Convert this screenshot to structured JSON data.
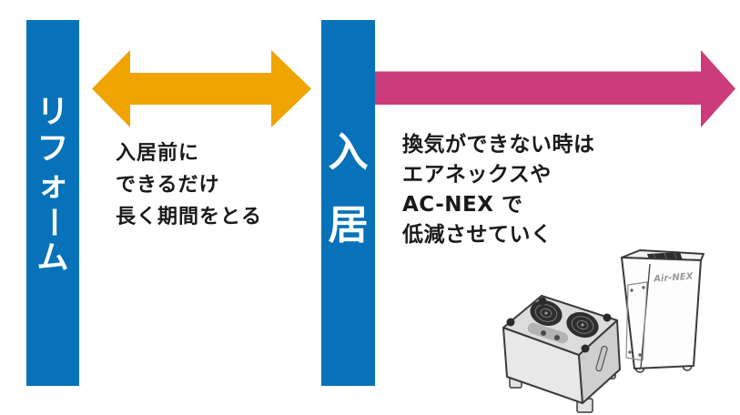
{
  "colors": {
    "bar_blue": "#0772B9",
    "arrow_orange": "#EFA400",
    "arrow_pink": "#CC3C7B",
    "note_text": "#1A1A1A",
    "bar_label_text": "#FFFFFF",
    "device_outline": "#3A3A3A",
    "device_gray": "#DCDCDC"
  },
  "timeline": {
    "left_bar_label": "リフォーム",
    "right_bar_label": "入居",
    "before_note_lines": [
      "入居前に",
      "できるだけ",
      "長く期間をとる"
    ],
    "after_note_lines": [
      "換気ができない時は",
      "エアネックスや",
      "AC-NEX で",
      "低減させていく"
    ]
  },
  "devices": {
    "tower_label": "Air-NEX"
  },
  "icons": {
    "double_arrow": "left-right-arrow",
    "forward_arrow": "right-arrow"
  }
}
